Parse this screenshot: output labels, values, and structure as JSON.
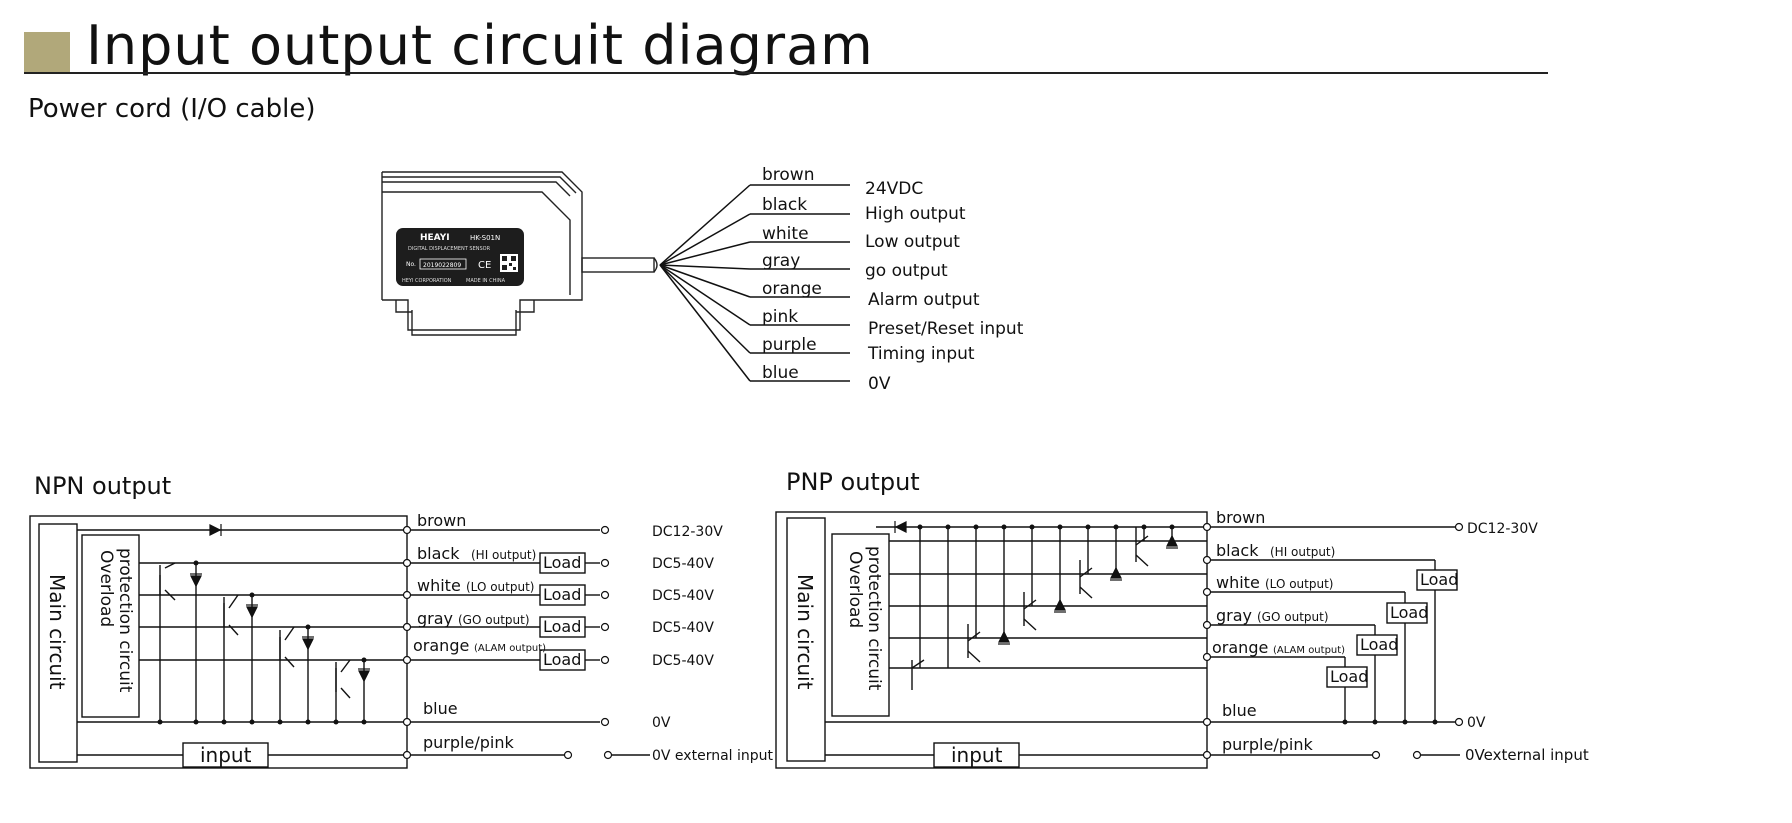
{
  "header": {
    "title": "Input output circuit diagram",
    "subtitle": "Power cord (I/O cable)",
    "accent_color": "#b1a87a"
  },
  "sensor": {
    "brand": "HEAYI",
    "model": "HK-S01N",
    "description": "DIGITAL DISPLACEMENT SENSOR",
    "no_label": "No.",
    "serial": "2019022809",
    "ce_mark": "CE",
    "footer_left": "HEYI CORPORATION",
    "footer_right": "MADE IN CHINA"
  },
  "cable": {
    "wires": [
      {
        "color": "brown",
        "function": "24VDC"
      },
      {
        "color": "black",
        "function": "High output"
      },
      {
        "color": "white",
        "function": "Low output"
      },
      {
        "color": "gray",
        "function": "go output"
      },
      {
        "color": "orange",
        "function": "Alarm output"
      },
      {
        "color": "pink",
        "function": "Preset/Reset input"
      },
      {
        "color": "purple",
        "function": "Timing input"
      },
      {
        "color": "blue",
        "function": "0V"
      }
    ]
  },
  "npn": {
    "title": "NPN output",
    "main_circuit": "Main circuit",
    "overload_1": "Overload",
    "overload_2": "protection circuit",
    "input_label": "input",
    "load_label": "Load",
    "brown": "brown",
    "black": "black",
    "black_note": "(HI output)",
    "white": "white",
    "white_note": "(LO output)",
    "gray": "gray",
    "gray_note": "(GO output)",
    "orange": "orange",
    "orange_note": "(ALAM output)",
    "blue": "blue",
    "purple_pink": "purple/pink",
    "dc_supply": "DC12-30V",
    "dc_load": "DC5-40V",
    "zero_v": "0V",
    "external_input": "0V external input"
  },
  "pnp": {
    "title": "PNP  output",
    "main_circuit": "Main circuit",
    "overload_1": "Overload",
    "overload_2": "protection circuit",
    "input_label": "input",
    "load_label": "Load",
    "brown": "brown",
    "black": "black",
    "black_note": "(HI output)",
    "white": "white",
    "white_note": "(LO output)",
    "gray": "gray",
    "gray_note": "(GO output)",
    "orange": "orange",
    "orange_note": "(ALAM output)",
    "blue": "blue",
    "purple_pink": "purple/pink",
    "dc_supply": "DC12-30V",
    "zero_v": "0V",
    "external_input": "0Vexternal input"
  }
}
